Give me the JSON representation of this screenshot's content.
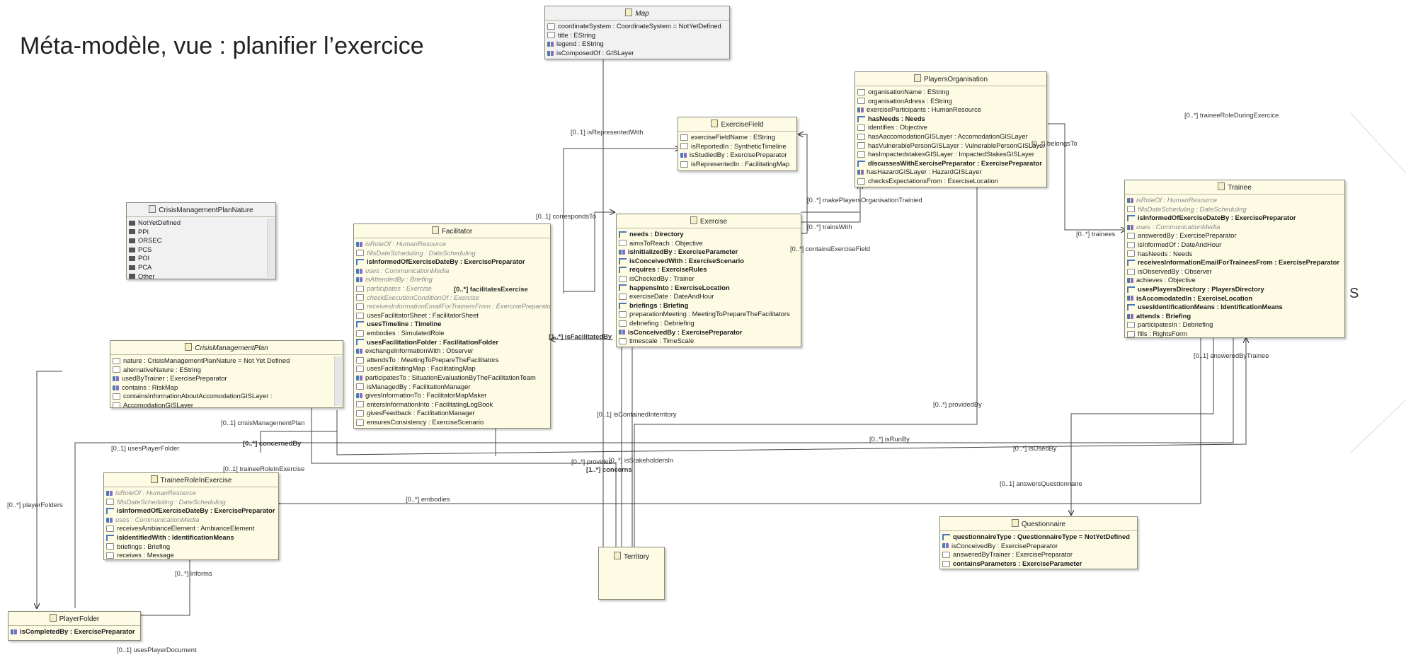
{
  "title": "Méta-modèle, vue : planifier l’exercice",
  "partial_text": "S",
  "classes": {
    "map": {
      "name": "Map",
      "attrs": [
        {
          "t": "coordinateSystem : CoordinateSystem = NotYetDefined",
          "k": "a"
        },
        {
          "t": "title : EString",
          "k": "a"
        },
        {
          "t": "legend : EString",
          "k": "r"
        },
        {
          "t": "isComposedOf : GISLayer",
          "k": "r"
        }
      ]
    },
    "playersOrganisation": {
      "name": "PlayersOrganisation",
      "attrs": [
        {
          "t": "organisationName : EString",
          "k": "a"
        },
        {
          "t": "organisationAdress : EString",
          "k": "a"
        },
        {
          "t": "exerciseParticipants : HumanResource",
          "k": "r"
        },
        {
          "t": "hasNeeds : Needs",
          "k": "c",
          "b": true
        },
        {
          "t": "identifies : Objective",
          "k": "a"
        },
        {
          "t": "hasAaccomodationGISLayer : AccomodationGISLayer",
          "k": "a"
        },
        {
          "t": "hasVulnerablePersonGISLayer : VulnerablePersonGISLayer",
          "k": "a"
        },
        {
          "t": "hasImpactedstakesGISLayer : ImpactedStakesGISLayer",
          "k": "a"
        },
        {
          "t": "discussesWithExercisePreparator : ExercisePreparator",
          "k": "c",
          "b": true
        },
        {
          "t": "hasHazardGISLayer : HazardGISLayer",
          "k": "r"
        },
        {
          "t": "checksExpectationsFrom : ExerciseLocation",
          "k": "a"
        }
      ]
    },
    "exerciseField": {
      "name": "ExerciseField",
      "attrs": [
        {
          "t": "exerciseFieldName : EString",
          "k": "a"
        },
        {
          "t": "isReportedIn : SyntheticTimeline",
          "k": "a"
        },
        {
          "t": "isStudiedBy : ExercisePreparator",
          "k": "r"
        },
        {
          "t": "isRepresentedIn : FacilitatingMap",
          "k": "a"
        }
      ]
    },
    "crisisManagementPlanNature": {
      "name": "CrisisManagementPlanNature",
      "attrs": [
        {
          "t": "NotYetDefined",
          "k": "l"
        },
        {
          "t": "PPI",
          "k": "l"
        },
        {
          "t": "ORSEC",
          "k": "l"
        },
        {
          "t": "PCS",
          "k": "l"
        },
        {
          "t": "POI",
          "k": "l"
        },
        {
          "t": "PCA",
          "k": "l"
        },
        {
          "t": "Other",
          "k": "l"
        }
      ]
    },
    "facilitator": {
      "name": "Facilitator",
      "attrs": [
        {
          "t": "isRoleOf : HumanResource",
          "k": "r",
          "g": true
        },
        {
          "t": "fillsDateScheduling : DateScheduling",
          "k": "a",
          "g": true
        },
        {
          "t": "isInformedOfExerciseDateBy : ExercisePreparator",
          "k": "c",
          "b": true
        },
        {
          "t": "uses : CommunicationMedia",
          "k": "r",
          "g": true
        },
        {
          "t": "isAttendedBy : Briefing",
          "k": "r",
          "g": true
        },
        {
          "t": "participates : Exercise",
          "k": "a",
          "g": true
        },
        {
          "t": "checkExecutionConditionOf : Exercise",
          "k": "a",
          "g": true
        },
        {
          "t": "receivesInformationEmailForTrainersFrom : ExercisePreparator",
          "k": "a",
          "g": true
        },
        {
          "t": "usesFacilitatorSheet : FacilitatorSheet",
          "k": "a"
        },
        {
          "t": "usesTimeline : Timeline",
          "k": "c",
          "b": true
        },
        {
          "t": "embodies : SimulatedRole",
          "k": "a"
        },
        {
          "t": "usesFacilitationFolder : FacilitationFolder",
          "k": "c",
          "b": true
        },
        {
          "t": "exchangeInformationWith : Observer",
          "k": "r"
        },
        {
          "t": "attendsTo : MeetingToPrepareTheFacilitators",
          "k": "a"
        },
        {
          "t": "usesFacilitatingMap : FacilitatingMap",
          "k": "a"
        },
        {
          "t": "participatesTo : SituationEvaluationByTheFacilitationTeam",
          "k": "r"
        },
        {
          "t": "isManagedBy : FacilitationManager",
          "k": "a"
        },
        {
          "t": "givesInformationTo : FacilitatorMapMaker",
          "k": "r"
        },
        {
          "t": "entersInformationInto : FacilitatingLogBook",
          "k": "a"
        },
        {
          "t": "givesFeedback : FacilitationManager",
          "k": "a"
        },
        {
          "t": "ensuresConsistency : ExerciseScenario",
          "k": "a"
        }
      ]
    },
    "exercise": {
      "name": "Exercise",
      "attrs": [
        {
          "t": "needs : Directory",
          "k": "c",
          "b": true
        },
        {
          "t": "aimsToReach : Objective",
          "k": "a"
        },
        {
          "t": "isInitializedBy : ExerciseParameter",
          "k": "r",
          "b": true
        },
        {
          "t": "isConceivedWith : ExerciseScenario",
          "k": "c",
          "b": true
        },
        {
          "t": "requires : ExerciseRules",
          "k": "c",
          "b": true
        },
        {
          "t": "isCheckedBy : Trainer",
          "k": "a"
        },
        {
          "t": "happensInto : ExerciseLocation",
          "k": "c",
          "b": true
        },
        {
          "t": "exerciseDate : DateAndHour",
          "k": "a"
        },
        {
          "t": "briefings : Briefing",
          "k": "c",
          "b": true
        },
        {
          "t": "preparationMeeting : MeetingToPrepareTheFacilitators",
          "k": "a"
        },
        {
          "t": "debriefing : Debriefing",
          "k": "a"
        },
        {
          "t": "isConceivedBy : ExercisePreparator",
          "k": "r",
          "b": true
        },
        {
          "t": "timescale : TimeScale",
          "k": "a"
        }
      ]
    },
    "trainee": {
      "name": "Trainee",
      "attrs": [
        {
          "t": "isRoleOf : HumanResource",
          "k": "r",
          "g": true
        },
        {
          "t": "fillsDateScheduling : DateScheduling",
          "k": "a",
          "g": true
        },
        {
          "t": "isInformedOfExerciseDateBy : ExercisePreparator",
          "k": "c",
          "b": true
        },
        {
          "t": "uses : CommunicationMedia",
          "k": "r",
          "g": true
        },
        {
          "t": "answeredBy : ExercisePreparator",
          "k": "a"
        },
        {
          "t": "isInformedOf : DateAndHour",
          "k": "a"
        },
        {
          "t": "hasNeeds : Needs",
          "k": "a"
        },
        {
          "t": "receivesInformationEmailForTraineesFrom : ExercisePreparator",
          "k": "c",
          "b": true
        },
        {
          "t": "isObservedBy : Observer",
          "k": "a"
        },
        {
          "t": "achieves : Objective",
          "k": "r"
        },
        {
          "t": "usesPlayersDirectory : PlayersDirectory",
          "k": "c",
          "b": true
        },
        {
          "t": "isAccomodatedIn : ExerciseLocation",
          "k": "r",
          "b": true
        },
        {
          "t": "usesIdentificationMeans : IdentificationMeans",
          "k": "c",
          "b": true
        },
        {
          "t": "attends : Briefing",
          "k": "r",
          "b": true
        },
        {
          "t": "participatesIn : Debriefing",
          "k": "a"
        },
        {
          "t": "fills : RightsForm",
          "k": "a"
        }
      ]
    },
    "crisisManagementPlan": {
      "name": "CrisisManagementPlan",
      "attrs": [
        {
          "t": "nature : CrisisManagementPlanNature = Not Yet Defined",
          "k": "a"
        },
        {
          "t": "alternativeNature : EString",
          "k": "a"
        },
        {
          "t": "usedByTrainer : ExercisePreparator",
          "k": "r"
        },
        {
          "t": "contains : RiskMap",
          "k": "r"
        },
        {
          "t": "containsInformationAboutAccomodationGISLayer :",
          "k": "a"
        },
        {
          "t": "AccomodationGISLayer",
          "k": "a"
        }
      ]
    },
    "traineeRoleInExercise": {
      "name": "TraineeRoleInExercise",
      "attrs": [
        {
          "t": "isRoleOf : HumanResource",
          "k": "r",
          "g": true
        },
        {
          "t": "fillsDateScheduling : DateScheduling",
          "k": "a",
          "g": true
        },
        {
          "t": "isInformedOfExerciseDateBy : ExercisePreparator",
          "k": "c",
          "b": true
        },
        {
          "t": "uses : CommunicationMedia",
          "k": "r",
          "g": true
        },
        {
          "t": "receivesAmbianceElement : AmbianceElement",
          "k": "a"
        },
        {
          "t": "isIdentifiedWith : IdentificationMeans",
          "k": "c",
          "b": true
        },
        {
          "t": "briefings : Briefing",
          "k": "a"
        },
        {
          "t": "receives : Message",
          "k": "a"
        }
      ]
    },
    "territory": {
      "name": "Territory",
      "attrs": []
    },
    "questionnaire": {
      "name": "Questionnaire",
      "attrs": [
        {
          "t": "questionnaireType : QuestionnaireType = NotYetDefined",
          "k": "c",
          "b": true
        },
        {
          "t": "isConceivedBy : ExercisePreparator",
          "k": "r"
        },
        {
          "t": "answeredByTrainer : ExercisePreparator",
          "k": "a"
        },
        {
          "t": "containsParameters : ExerciseParameter",
          "k": "a",
          "b": true
        }
      ]
    },
    "playerFolder": {
      "name": "PlayerFolder",
      "attrs": [
        {
          "t": "isCompletedBy : ExercisePreparator",
          "k": "r",
          "b": true
        }
      ]
    }
  },
  "edge_labels": [
    "[0..1] isRepresentedWith",
    "[0..*] traineeRoleDuringExercice",
    "[0..*] belongsTo",
    "[0..1] correspondsTo",
    "[0..*] makePlayersOrganisationTrainied",
    "[0..*] trainsWith",
    "[0..*] trainees",
    "[0..*] containsExerciseField",
    "[0..*] facilitatesExercise",
    "[1..*] isFacilitatedBy",
    "[0..1] answeredByTrainee",
    "[0..1] isContainedInterritory",
    "[0..*] providedBy",
    "[0..1] crisisManagementPlan",
    "[0..*] concernedBy",
    "[0..*] isRunBy",
    "[0..1] usesPlayerFolder",
    "[0..*] isUsedBy",
    "[0..1] traineeRoleInExercise",
    "[0..*] provides",
    "[0..*] isStakeholdersIn",
    "[1..*] concerns",
    "[0..1] answersQuestionnaire",
    "[0..*] playerFolders",
    "[0..*] embodies",
    "[0..*] informs",
    "[0..1] usesPlayerDocument"
  ]
}
